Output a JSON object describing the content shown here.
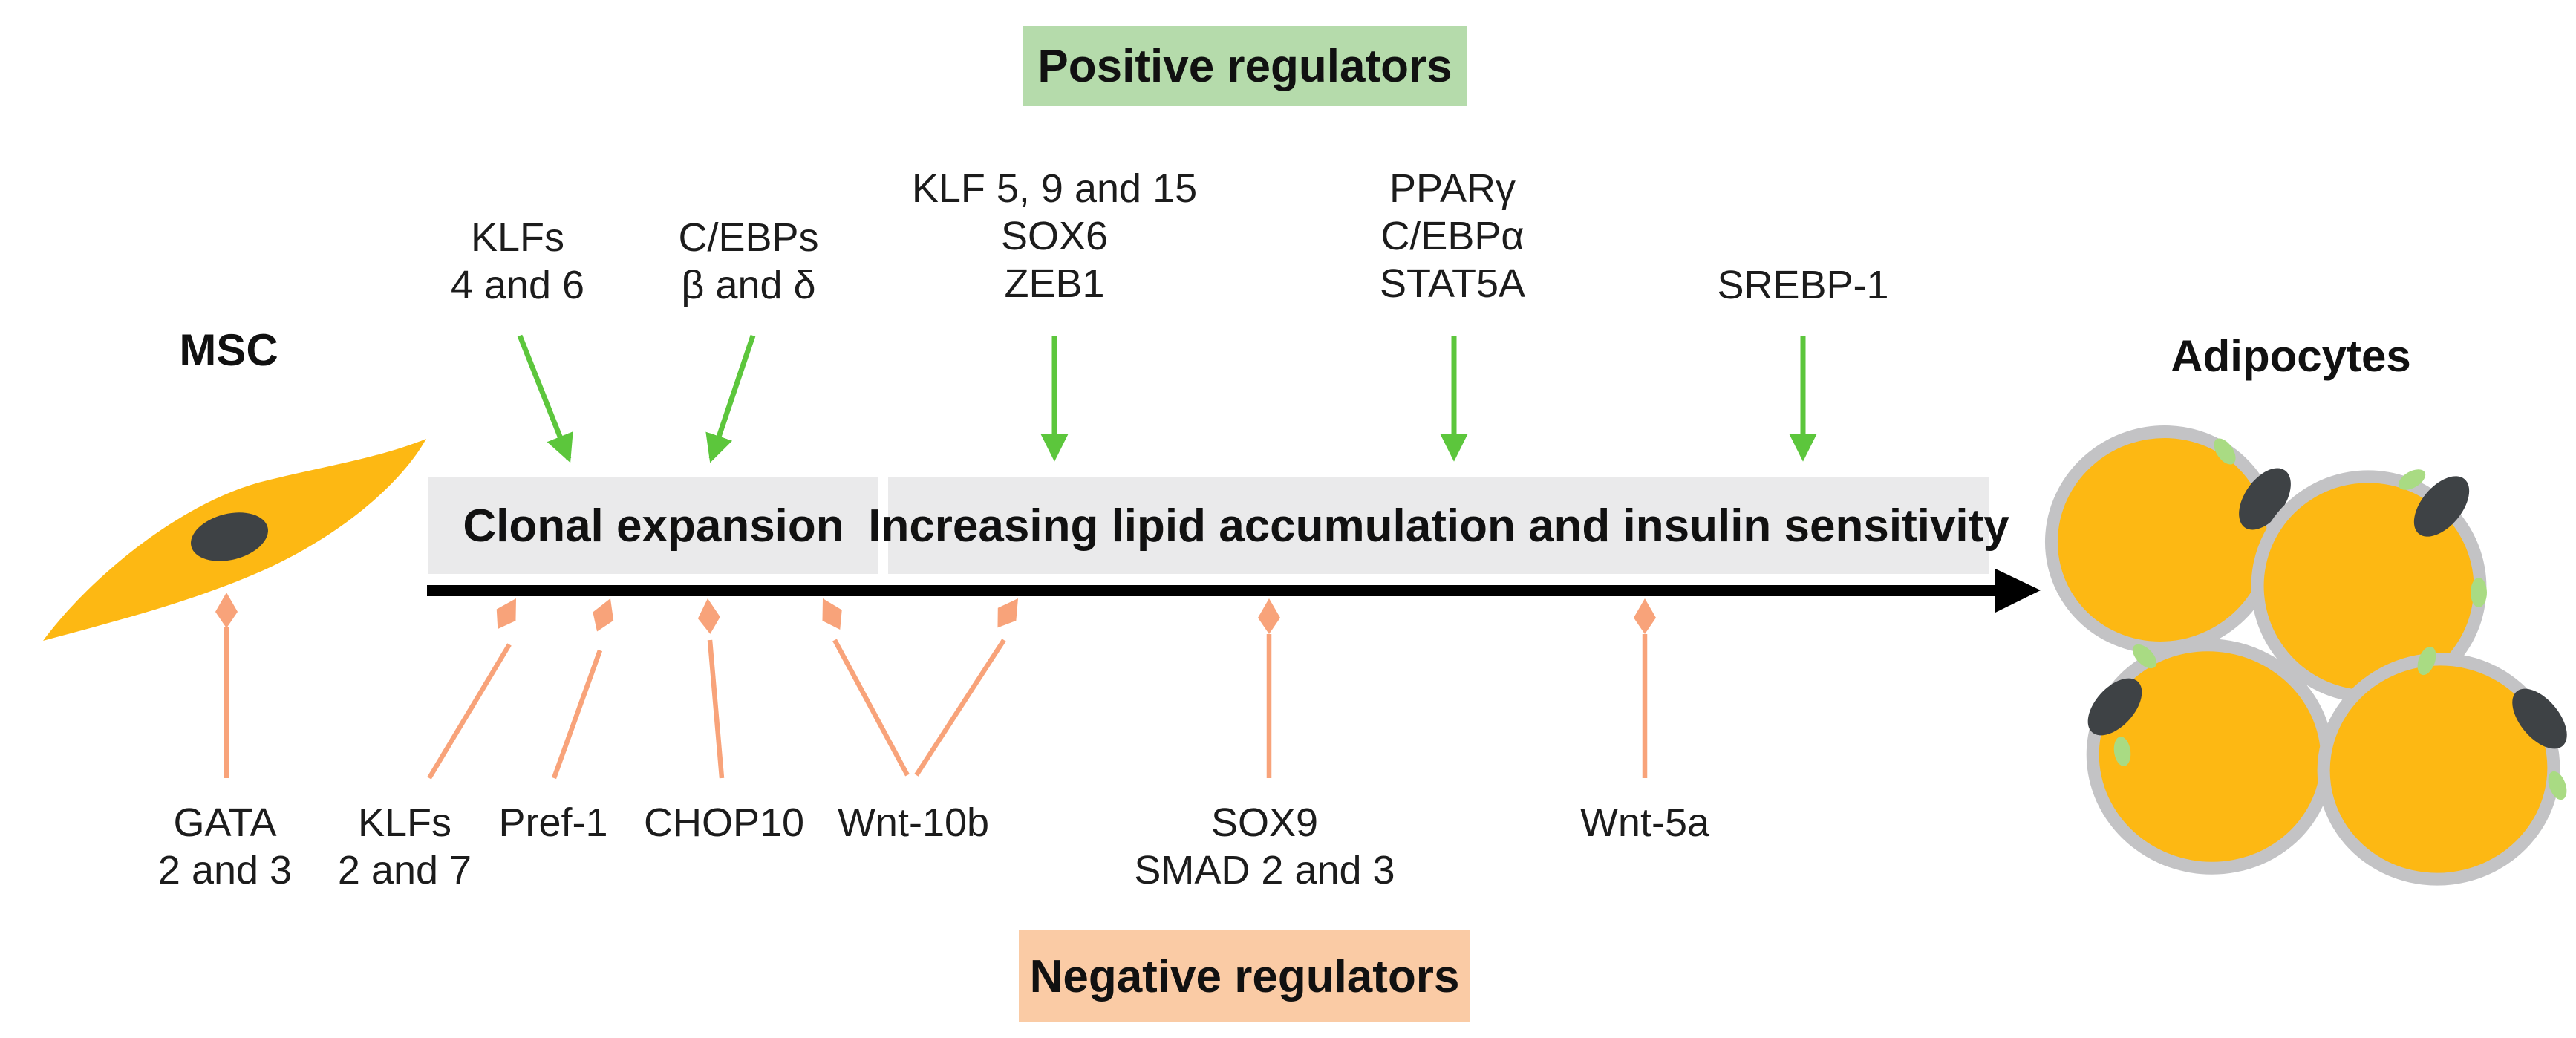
{
  "headers": {
    "positive": "Positive regulators",
    "negative": "Negative regulators"
  },
  "endpoints": {
    "start": "MSC",
    "end": "Adipocytes"
  },
  "stages": [
    {
      "label": "Clonal expansion"
    },
    {
      "label": "Increasing lipid accumulation and insulin sensitivity"
    }
  ],
  "positive_regulators": [
    {
      "text": "KLFs\n4 and 6"
    },
    {
      "text": "C/EBPs\nβ and δ"
    },
    {
      "text": "KLF 5, 9 and 15\nSOX6\nZEB1"
    },
    {
      "text": "PPARγ\nC/EBPα\nSTAT5A"
    },
    {
      "text": "SREBP-1"
    }
  ],
  "negative_regulators": [
    {
      "text": "GATA\n2 and 3"
    },
    {
      "text": "KLFs\n2 and 7"
    },
    {
      "text": "Pref-1"
    },
    {
      "text": "CHOP10"
    },
    {
      "text": "Wnt-10b"
    },
    {
      "text": "SOX9\nSMAD 2 and 3"
    },
    {
      "text": "Wnt-5a"
    }
  ],
  "icons": {
    "msc_cell": "spindle-stem-cell",
    "adipocytes": "four-fat-cells",
    "timeline": "black-right-arrow"
  },
  "colors": {
    "positive_box_bg": "#b5dbab",
    "negative_box_bg": "#facba5",
    "positive_arrow": "#5cc63c",
    "negative_arrow": "#f8a37a",
    "cell_fill": "#fdb813",
    "cell_membrane": "#c3c3c5",
    "cell_nucleus": "#3e4245",
    "cell_speckle": "#a9db83",
    "stage_box_bg": "#eaeaeb",
    "timeline": "#000000"
  }
}
